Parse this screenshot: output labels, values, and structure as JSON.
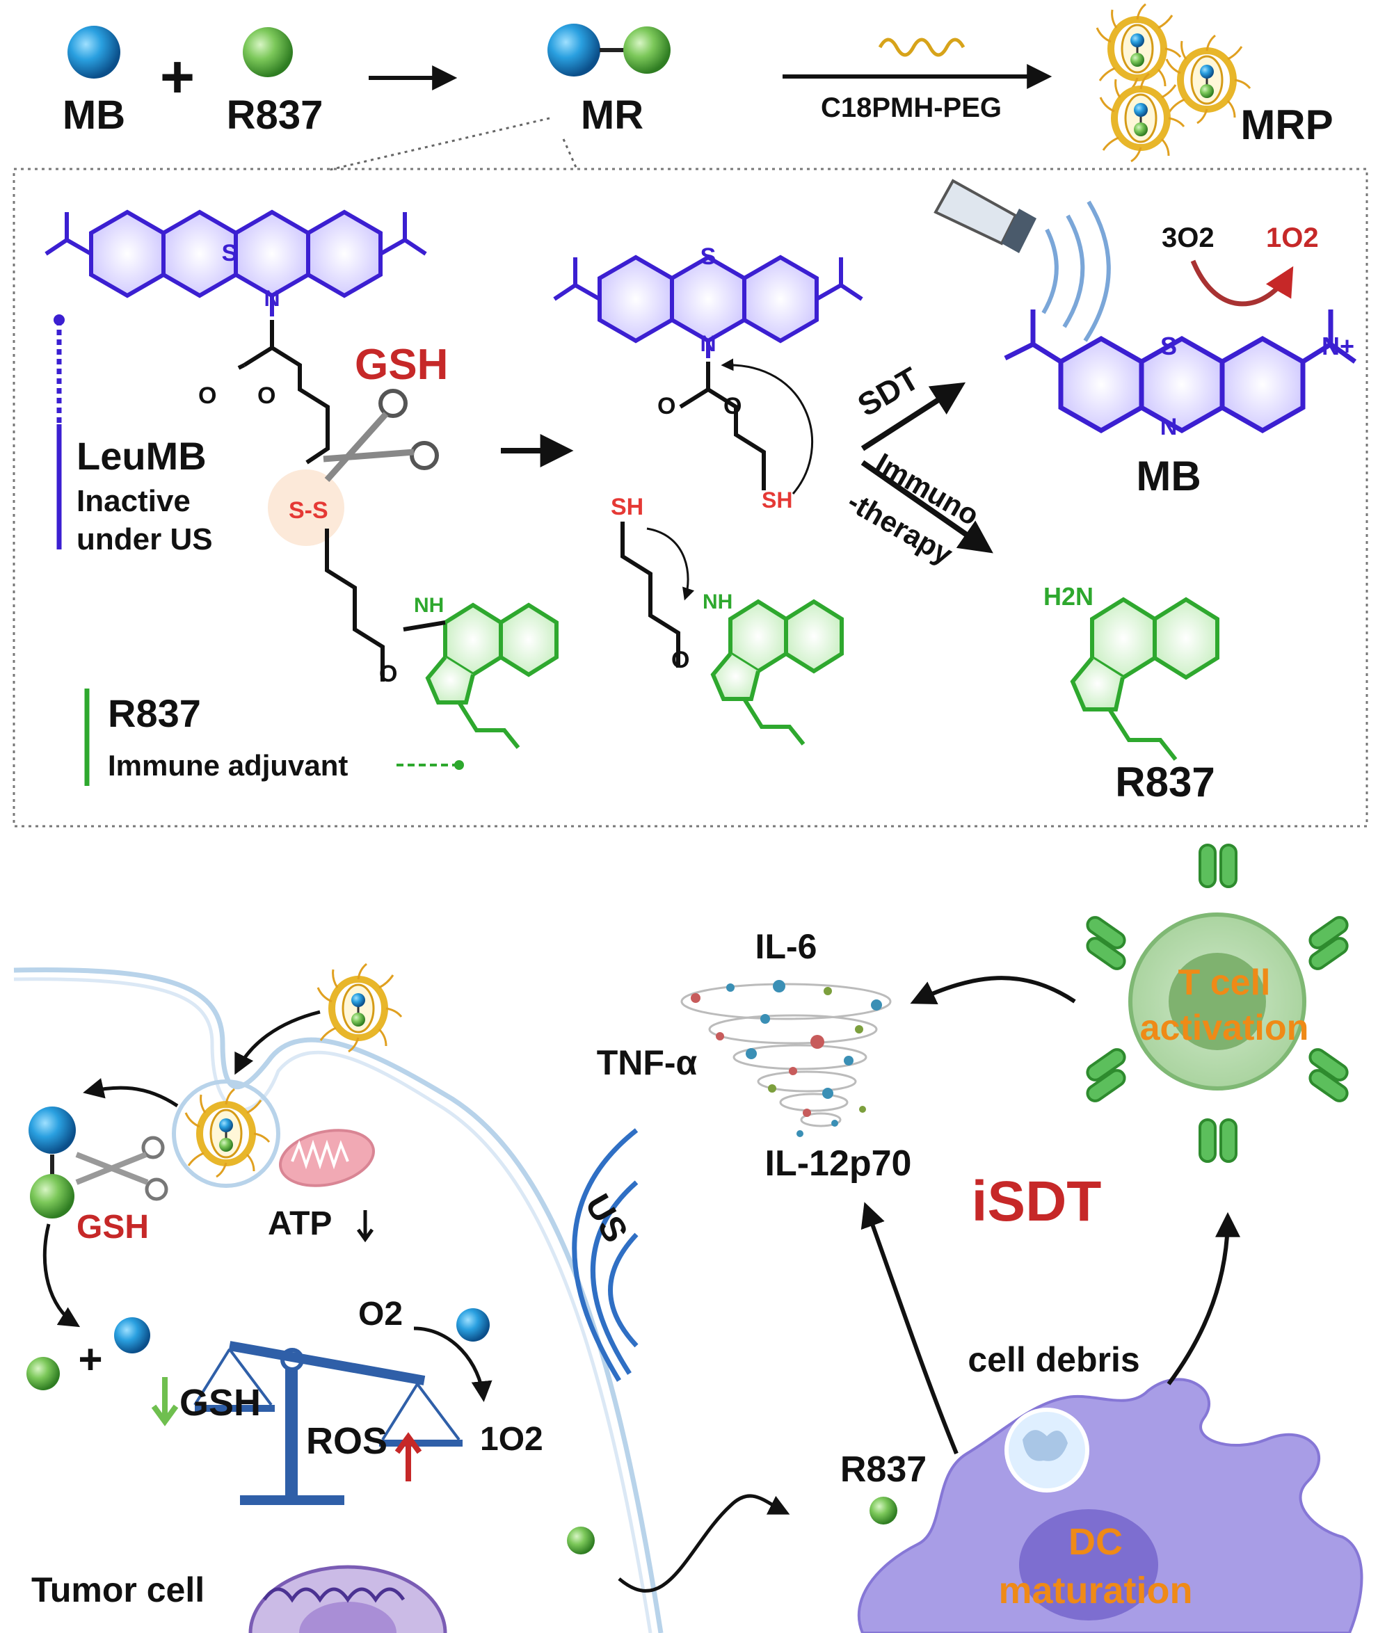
{
  "top_row": {
    "mb": "MB",
    "plus": "+",
    "r837": "R837",
    "mr": "MR",
    "polymer": "C18PMH-PEG",
    "mrp": "MRP"
  },
  "scheme": {
    "s_atom": "S",
    "n_atom": "N",
    "o_atom": "O",
    "ss_bond": "S-S",
    "gsh": "GSH",
    "leumb_label": "LeuMB",
    "leumb_desc_1": "Inactive",
    "leumb_desc_2": "under US",
    "r837_label": "R837",
    "r837_desc": "Immune adjuvant",
    "nh": "NH",
    "sh": "SH",
    "sdt": "SDT",
    "immuno_1": "Immuno",
    "immuno_2": "-therapy",
    "triplet_o2": "3O2",
    "singlet_o2": "1O2",
    "mb_product": "MB",
    "r837_product": "R837",
    "h2n": "H2N",
    "n_plus": "N+"
  },
  "bottom": {
    "gsh": "GSH",
    "atp": "ATP",
    "plus": "+",
    "balance_gsh": "GSH",
    "balance_ros": "ROS",
    "o2": "O2",
    "singlet_o2": "1O2",
    "us": "US",
    "tumor_cell": "Tumor cell",
    "il6": "IL-6",
    "tnf": "TNF-α",
    "il12": "IL-12p70",
    "isdt": "iSDT",
    "t_cell_1": "T cell",
    "t_cell_2": "activation",
    "cell_debris": "cell debris",
    "r837": "R837",
    "dc_1": "DC",
    "dc_2": "maturation"
  },
  "colors": {
    "mb_blue": "#1f8fd0",
    "r837_green": "#5cb85c",
    "leumb_purple": "#3b1fd1",
    "r837_struct_green": "#2ea82e",
    "gsh_red": "#c62828",
    "orange": "#ef8a17",
    "membrane": "#b8d3ea",
    "dc_purple": "#a89de6"
  }
}
